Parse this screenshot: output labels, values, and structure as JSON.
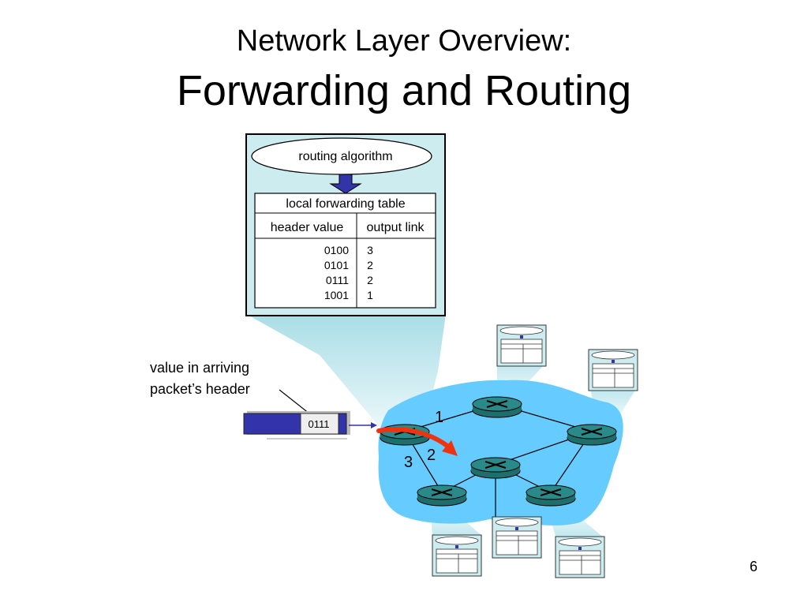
{
  "title": {
    "line1": "Network Layer Overview:",
    "line2": "Forwarding and Routing"
  },
  "routing_algorithm_label": "routing algorithm",
  "forwarding_table": {
    "title": "local forwarding table",
    "headers": [
      "header value",
      "output link"
    ],
    "rows": [
      {
        "header_value": "0100",
        "output_link": "3"
      },
      {
        "header_value": "0101",
        "output_link": "2"
      },
      {
        "header_value": "0111",
        "output_link": "2"
      },
      {
        "header_value": "1001",
        "output_link": "1"
      }
    ]
  },
  "arriving_label": {
    "line1": "value in arriving",
    "line2": "packet’s header"
  },
  "packet_header_value": "0111",
  "links": {
    "one": "1",
    "two": "2",
    "three": "3"
  },
  "page_number": "6",
  "colors": {
    "network_cloud": "#66ccff",
    "router_fill": "#2a8a8a",
    "table_panel": "#cdecef",
    "packet_blue": "#3333aa",
    "red_arrow": "#ee3311",
    "callout": "#bfe7ee"
  }
}
